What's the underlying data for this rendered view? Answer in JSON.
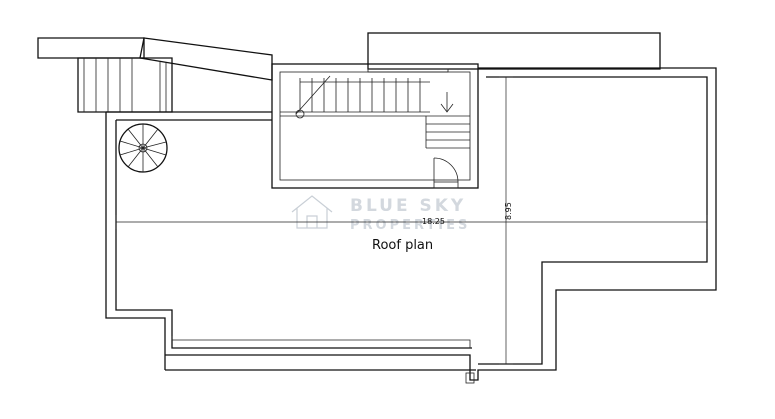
{
  "title": "Roof plan",
  "dimensions": {
    "width": "18.25",
    "depth": "8.95"
  },
  "watermark": {
    "line1": "BLUE SKY",
    "line2": "PROPERTIES"
  }
}
